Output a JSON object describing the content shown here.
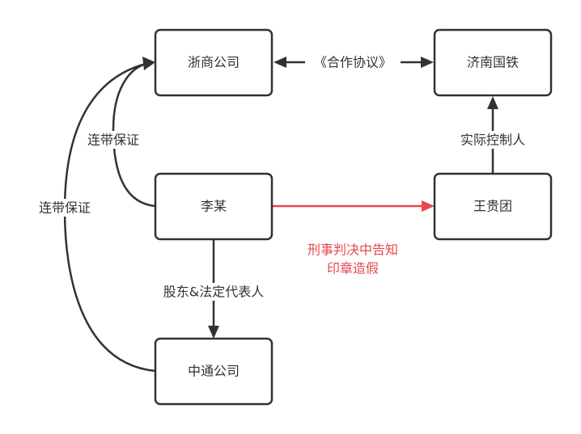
{
  "diagram": {
    "nodes": {
      "zheshang": "浙商公司",
      "jinan": "济南国铁",
      "li": "李某",
      "wang": "王贵团",
      "zhongtong": "中通公司"
    },
    "edges": {
      "agreement": "《合作协议》",
      "actual_controller": "实际控制人",
      "joint_guarantee_li": "连带保证",
      "joint_guarantee_zhongtong": "连带保证",
      "shareholder": "股东&法定代表人",
      "criminal_line1": "刑事判决中告知",
      "criminal_line2": "印章造假"
    },
    "colors": {
      "stroke": "#2f3337",
      "highlight": "#e5484d"
    }
  }
}
